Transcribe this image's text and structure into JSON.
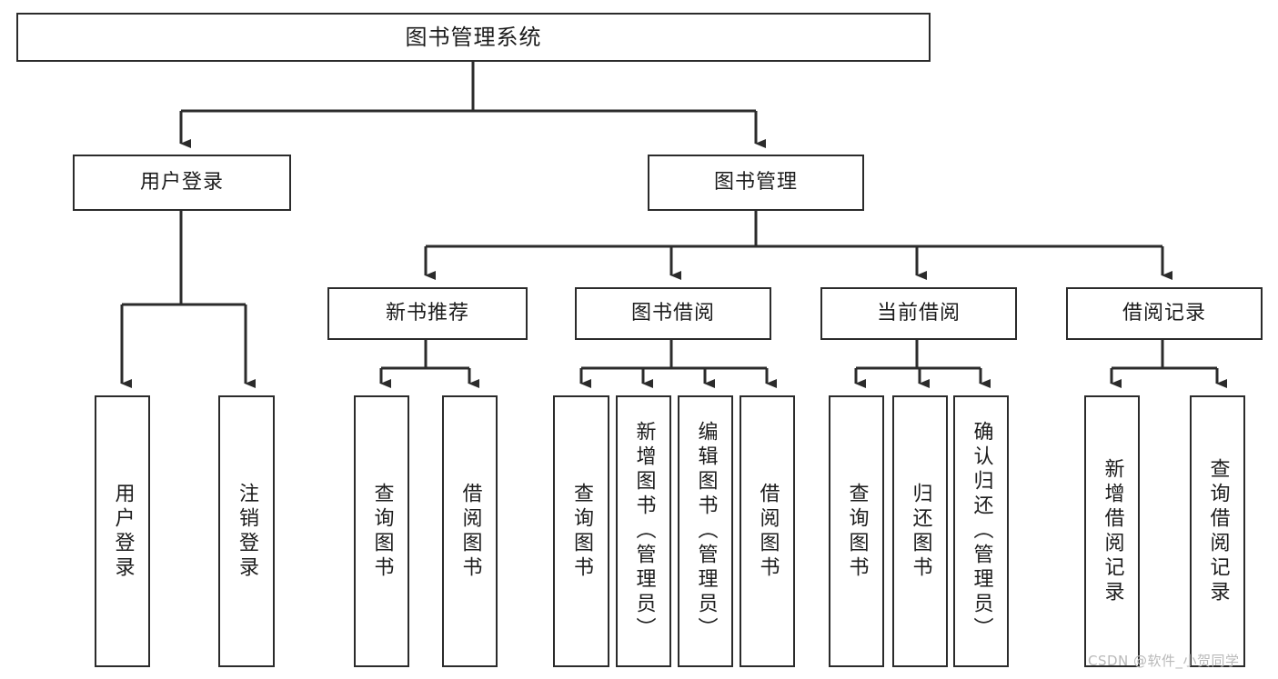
{
  "diagram": {
    "type": "tree-hierarchy",
    "title": "图书管理系统",
    "orientation": "top-down",
    "line_color": "#2b2b2b",
    "box_fill": "#ffffff",
    "text_color": "#1c1c1c"
  },
  "root": {
    "label": "图书管理系统"
  },
  "level1": [
    {
      "label": "用户登录"
    },
    {
      "label": "图书管理"
    }
  ],
  "level2": [
    {
      "label": "新书推荐"
    },
    {
      "label": "图书借阅"
    },
    {
      "label": "当前借阅"
    },
    {
      "label": "借阅记录"
    }
  ],
  "leaves": {
    "user_login": [
      {
        "label": "用户登录"
      },
      {
        "label": "注销登录"
      }
    ],
    "new_book": [
      {
        "label": "查询图书"
      },
      {
        "label": "借阅图书"
      }
    ],
    "book_borrow": [
      {
        "label": "查询图书"
      },
      {
        "label": "新增图书（管理员）"
      },
      {
        "label": "编辑图书（管理员）"
      },
      {
        "label": "借阅图书"
      }
    ],
    "current_borrow": [
      {
        "label": "查询图书"
      },
      {
        "label": "归还图书"
      },
      {
        "label": "确认归还（管理员）"
      }
    ],
    "borrow_record": [
      {
        "label": "新增借阅记录"
      },
      {
        "label": "查询借阅记录"
      }
    ]
  },
  "watermark": {
    "text": "CSDN @软件_小贺同学"
  }
}
